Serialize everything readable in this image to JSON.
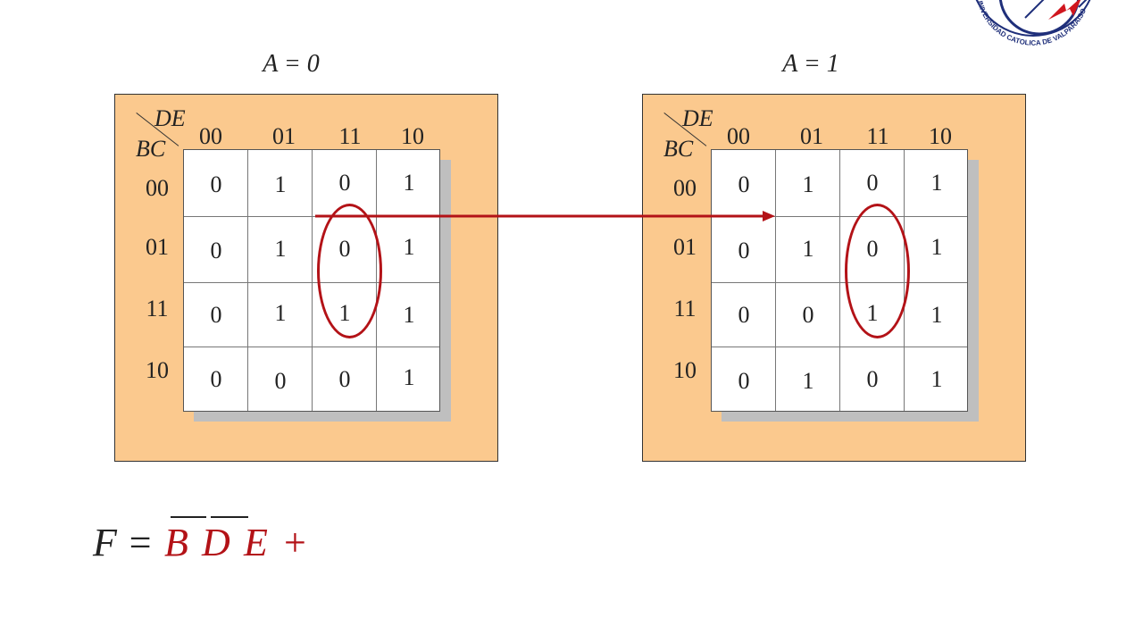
{
  "logo": {
    "text": "UNIVERSIDAD CATOLICA DE VALPARAISO"
  },
  "maps": [
    {
      "title": "A = 0",
      "col_var": "DE",
      "row_var": "BC",
      "col_labels": [
        "00",
        "01",
        "11",
        "10"
      ],
      "row_labels": [
        "00",
        "01",
        "11",
        "10"
      ],
      "cells": [
        [
          "0",
          "1",
          "0",
          "1"
        ],
        [
          "0",
          "1",
          "0",
          "1"
        ],
        [
          "0",
          "1",
          "1",
          "1"
        ],
        [
          "0",
          "0",
          "0",
          "1"
        ]
      ]
    },
    {
      "title": "A = 1",
      "col_var": "DE",
      "row_var": "BC",
      "col_labels": [
        "00",
        "01",
        "11",
        "10"
      ],
      "row_labels": [
        "00",
        "01",
        "11",
        "10"
      ],
      "cells": [
        [
          "0",
          "1",
          "0",
          "1"
        ],
        [
          "0",
          "1",
          "0",
          "1"
        ],
        [
          "0",
          "0",
          "1",
          "1"
        ],
        [
          "0",
          "1",
          "0",
          "1"
        ]
      ]
    }
  ],
  "formula": {
    "lhs": "F =",
    "terms": [
      "B",
      "D",
      "E",
      "+"
    ]
  },
  "colors": {
    "panel": "#fbc98e",
    "highlight": "#b31217",
    "shadow": "#bfbfbf"
  }
}
